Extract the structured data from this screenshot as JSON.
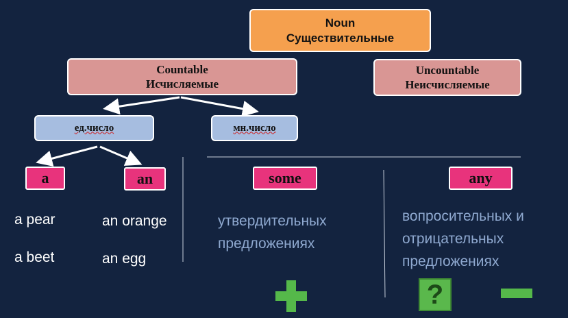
{
  "noun": {
    "line1": "Noun",
    "line2": "Существительные"
  },
  "countable": {
    "line1": "Countable",
    "line2": "Исчисляемые"
  },
  "uncountable": {
    "line1": "Uncountable",
    "line2": "Неисчисляемые"
  },
  "singular": "ед.число",
  "plural": "мн.число",
  "articles": {
    "a": "a",
    "an": "an",
    "some": "some",
    "any": "any"
  },
  "examples": {
    "a_1": "a pear",
    "a_2": "a beet",
    "an_1": "an orange",
    "an_2": "an egg"
  },
  "some_usage": {
    "line1": "утвердительных",
    "line2": "предложениях"
  },
  "any_usage": {
    "line1": "вопросительных и",
    "line2": "отрицательных",
    "line3": "предложениях"
  },
  "symbols": {
    "plus": "plus-icon",
    "question": "?",
    "minus": "minus-icon"
  },
  "colors": {
    "background": "#13233f",
    "noun": "#f5a04e",
    "countable": "#d99694",
    "number": "#a6bde0",
    "article": "#e8337c",
    "symbol": "#55b84a",
    "usage_text": "#8fa9d0"
  }
}
